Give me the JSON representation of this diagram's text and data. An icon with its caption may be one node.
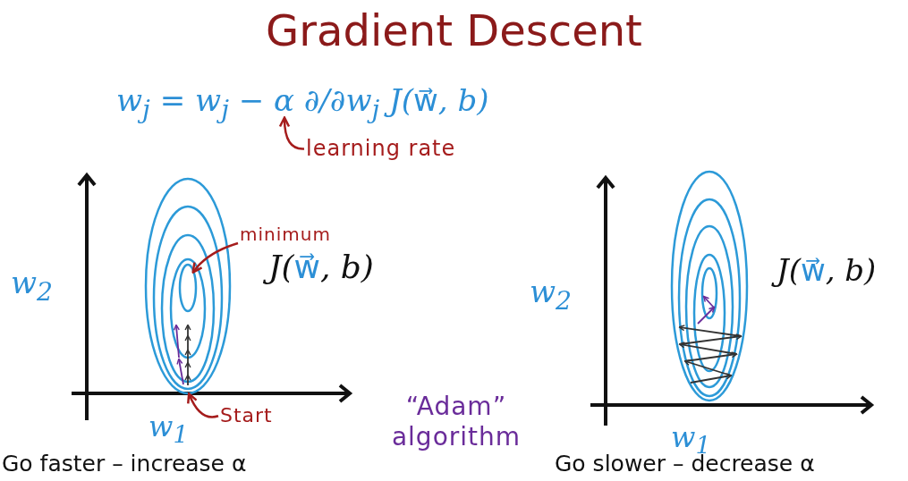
{
  "diagram": {
    "title": "Gradient Descent",
    "nodes": [
      {
        "text": [
          "w$_{j}$ = w$_{j}$ − α ∂/∂w$_{j}$ J(w⃗, b)"
        ]
      },
      {
        "text": [
          "learning rate"
        ]
      },
      {
        "text": [
          "minimum"
        ]
      },
      {
        "text": [],
        "shape": "ellipse"
      },
      {
        "text": [],
        "shape": "ellipse",
        "in": 3
      },
      {
        "text": [
          "Start"
        ]
      }
    ],
    "edges": [
      {
        "from": 1,
        "to": 0,
        "arrow": "to",
        "color": "#a51c1c"
      },
      {
        "from": 2,
        "to": 4,
        "arrow": "to",
        "color": "#a51c1c"
      },
      {
        "from": 5,
        "to": 3,
        "arrow": "to",
        "color": "#a51c1c"
      }
    ],
    "labels": [
      "w$_{2}$",
      "J(w⃗, b)",
      "w$_{1}$",
      "“Adam” algorithm",
      "Go faster – increase α",
      "w$_{2}$",
      "J(w⃗, b)",
      "w$_{1}$",
      "Go slower – decrease α"
    ]
  }
}
